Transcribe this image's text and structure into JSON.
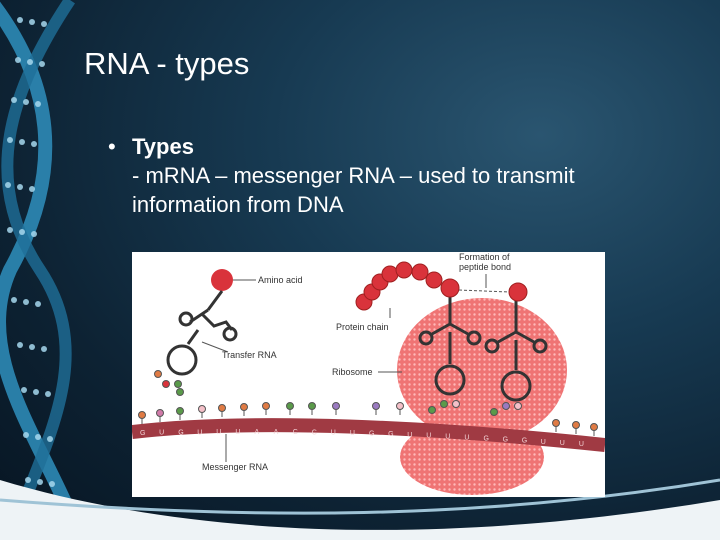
{
  "slide": {
    "title": "RNA - types",
    "bullet_heading": "Types",
    "bullet_line1": "- mRNA – messenger RNA – used to transmit",
    "bullet_line2": "information from DNA"
  },
  "figure": {
    "labels": {
      "amino_acid": "Amino acid",
      "transfer_rna": "Transfer RNA",
      "protein_chain": "Protein chain",
      "ribosome": "Ribosome",
      "formation_line1": "Formation of",
      "formation_line2": "peptide bond",
      "messenger_rna": "Messenger RNA"
    },
    "codon_letters": [
      "G",
      "U",
      "G",
      "U",
      "U",
      "U",
      "A",
      "A",
      "C",
      "C",
      "U",
      "U",
      "G",
      "G",
      "U",
      "U",
      "U",
      "U",
      "G",
      "G",
      "G",
      "U",
      "U",
      "U"
    ]
  },
  "colors": {
    "background": "#0d2233",
    "helix": "#3fa0c8",
    "ribosome": "#e96a6a",
    "mrna_strand": "#a03a43",
    "amino_acid": "#d9333b"
  }
}
